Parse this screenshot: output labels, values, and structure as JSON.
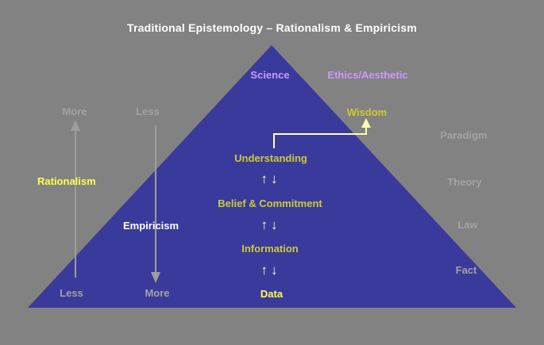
{
  "title": "Traditional Epistemology – Rationalism & Empiricism",
  "apex": {
    "science": "Science",
    "ethics": "Ethics/Aesthetic",
    "wisdom": "Wisdom"
  },
  "hierarchy": {
    "understanding": "Understanding",
    "belief": "Belief & Commitment",
    "information": "Information",
    "data": "Data"
  },
  "left": {
    "more_top": "More",
    "less_top": "Less",
    "rationalism": "Rationalism",
    "empiricism": "Empiricism",
    "less_bottom": "Less",
    "more_bottom": "More"
  },
  "right": {
    "items": [
      "Paradigm",
      "Theory",
      "Law",
      "Fact"
    ]
  },
  "arrows": {
    "up": "↑",
    "down": "↓"
  },
  "colors": {
    "background": "#828282",
    "triangle": "#3a3a9c",
    "title_text": "#ffffff",
    "violet_text": "#cc99ff",
    "green_text": "#cccc33",
    "yellow_text": "#ffff4d",
    "pale_arrow": "#ffffb3",
    "gray_text": "#a2a2a2"
  }
}
